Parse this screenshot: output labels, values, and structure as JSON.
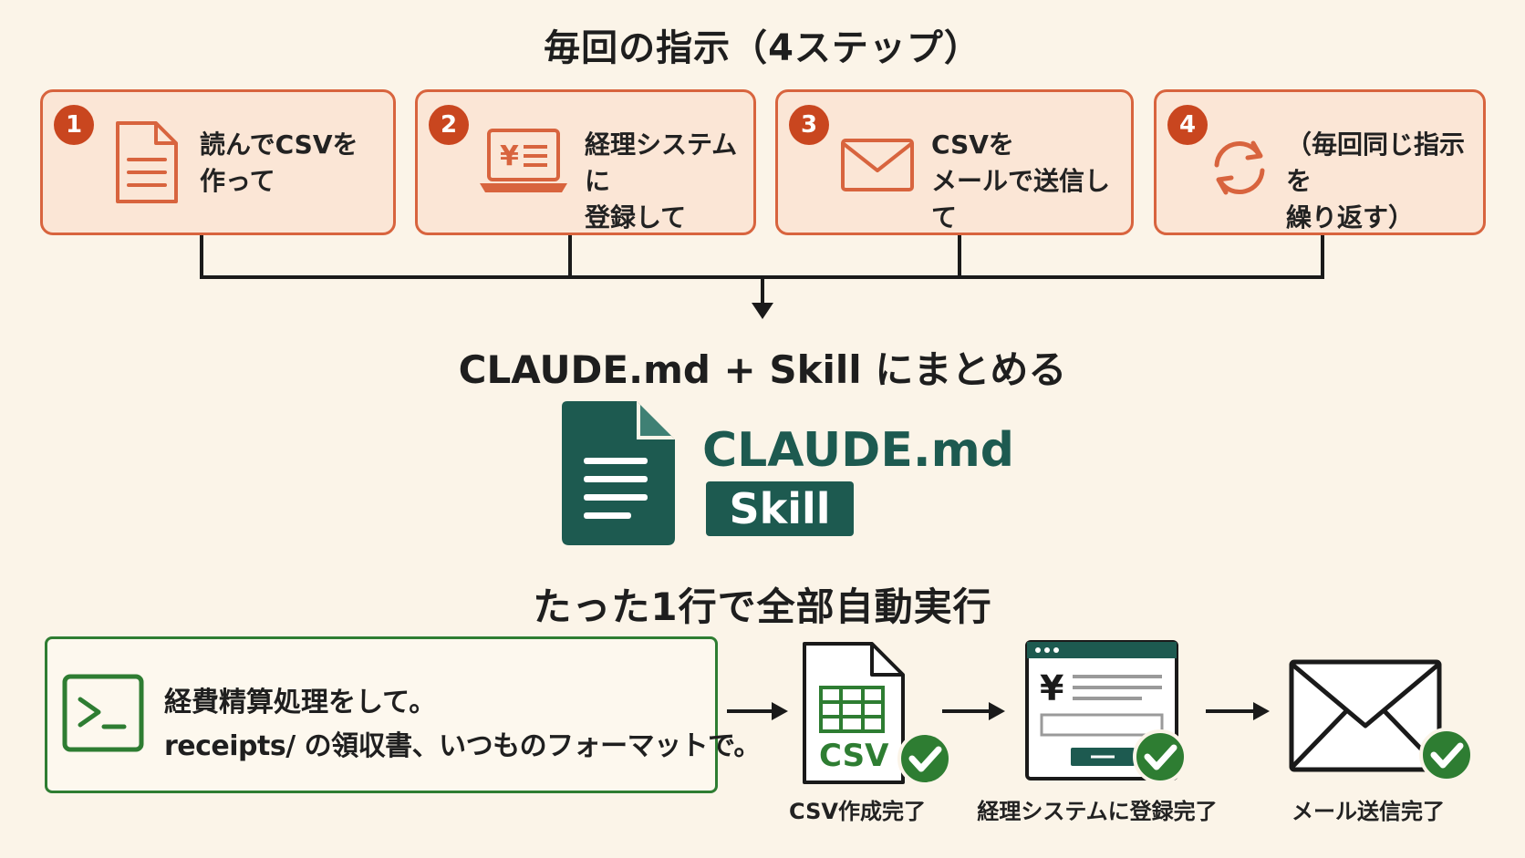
{
  "titles": {
    "top": "毎回の指示（4ステップ）",
    "middle": "CLAUDE.md + Skill にまとめる",
    "bottom": "たった1行で全部自動実行"
  },
  "steps": [
    {
      "number": "1",
      "text": "読んでCSVを\n作って",
      "icon": "document-icon"
    },
    {
      "number": "2",
      "text": "経理システムに\n登録して",
      "icon": "laptop-yen-icon"
    },
    {
      "number": "3",
      "text": "CSVを\nメールで送信して",
      "icon": "envelope-icon"
    },
    {
      "number": "4",
      "text": "（毎回同じ指示を\n繰り返す）",
      "icon": "refresh-icon"
    }
  ],
  "bundle": {
    "file_label": "CLAUDE.md",
    "skill_label": "Skill",
    "icon": "document-icon"
  },
  "command": {
    "icon": "terminal-icon",
    "line1": "経費精算処理をして。",
    "line2": "receipts/ の領収書、いつものフォーマットで。"
  },
  "results": [
    {
      "caption": "CSV作成完了",
      "icon": "csv-file-icon",
      "file_text": "CSV"
    },
    {
      "caption": "経理システムに登録完了",
      "icon": "accounting-window-icon",
      "symbol": "¥"
    },
    {
      "caption": "メール送信完了",
      "icon": "envelope-icon"
    }
  ],
  "colors": {
    "accent_orange": "#d8643e",
    "badge_red": "#c9461f",
    "teal": "#1d5a50",
    "green": "#2e7d32",
    "background": "#fbf4e8"
  }
}
